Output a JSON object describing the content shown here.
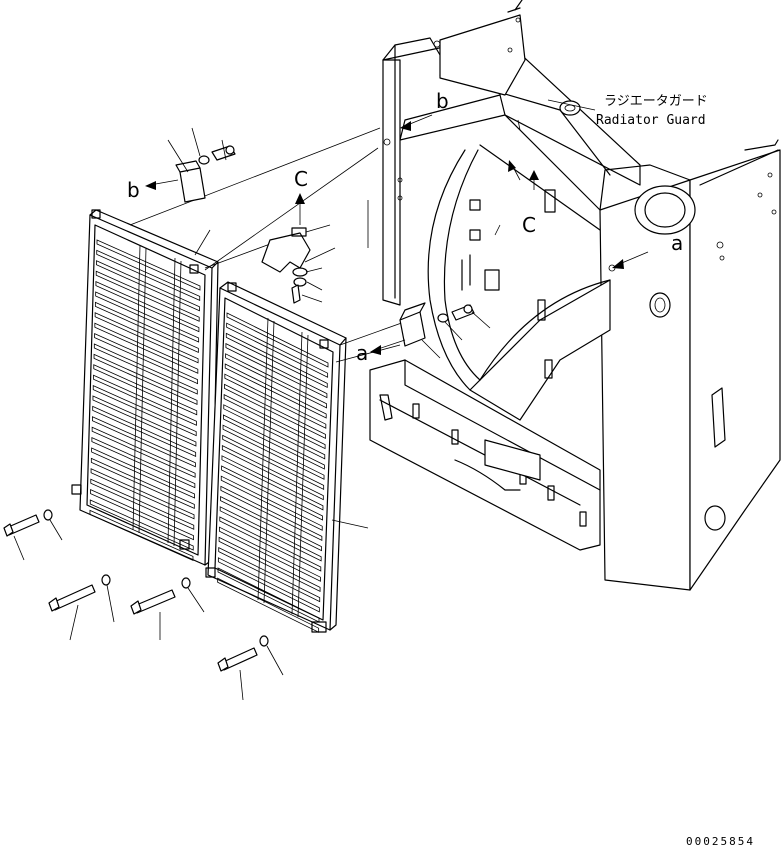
{
  "callout": {
    "ja": "ラジエータガード",
    "en": "Radiator Guard"
  },
  "letters": {
    "a": "a",
    "b": "b",
    "c": "C"
  },
  "drawing_number": "00025854",
  "colors": {
    "line": "#000000",
    "background": "#ffffff"
  }
}
